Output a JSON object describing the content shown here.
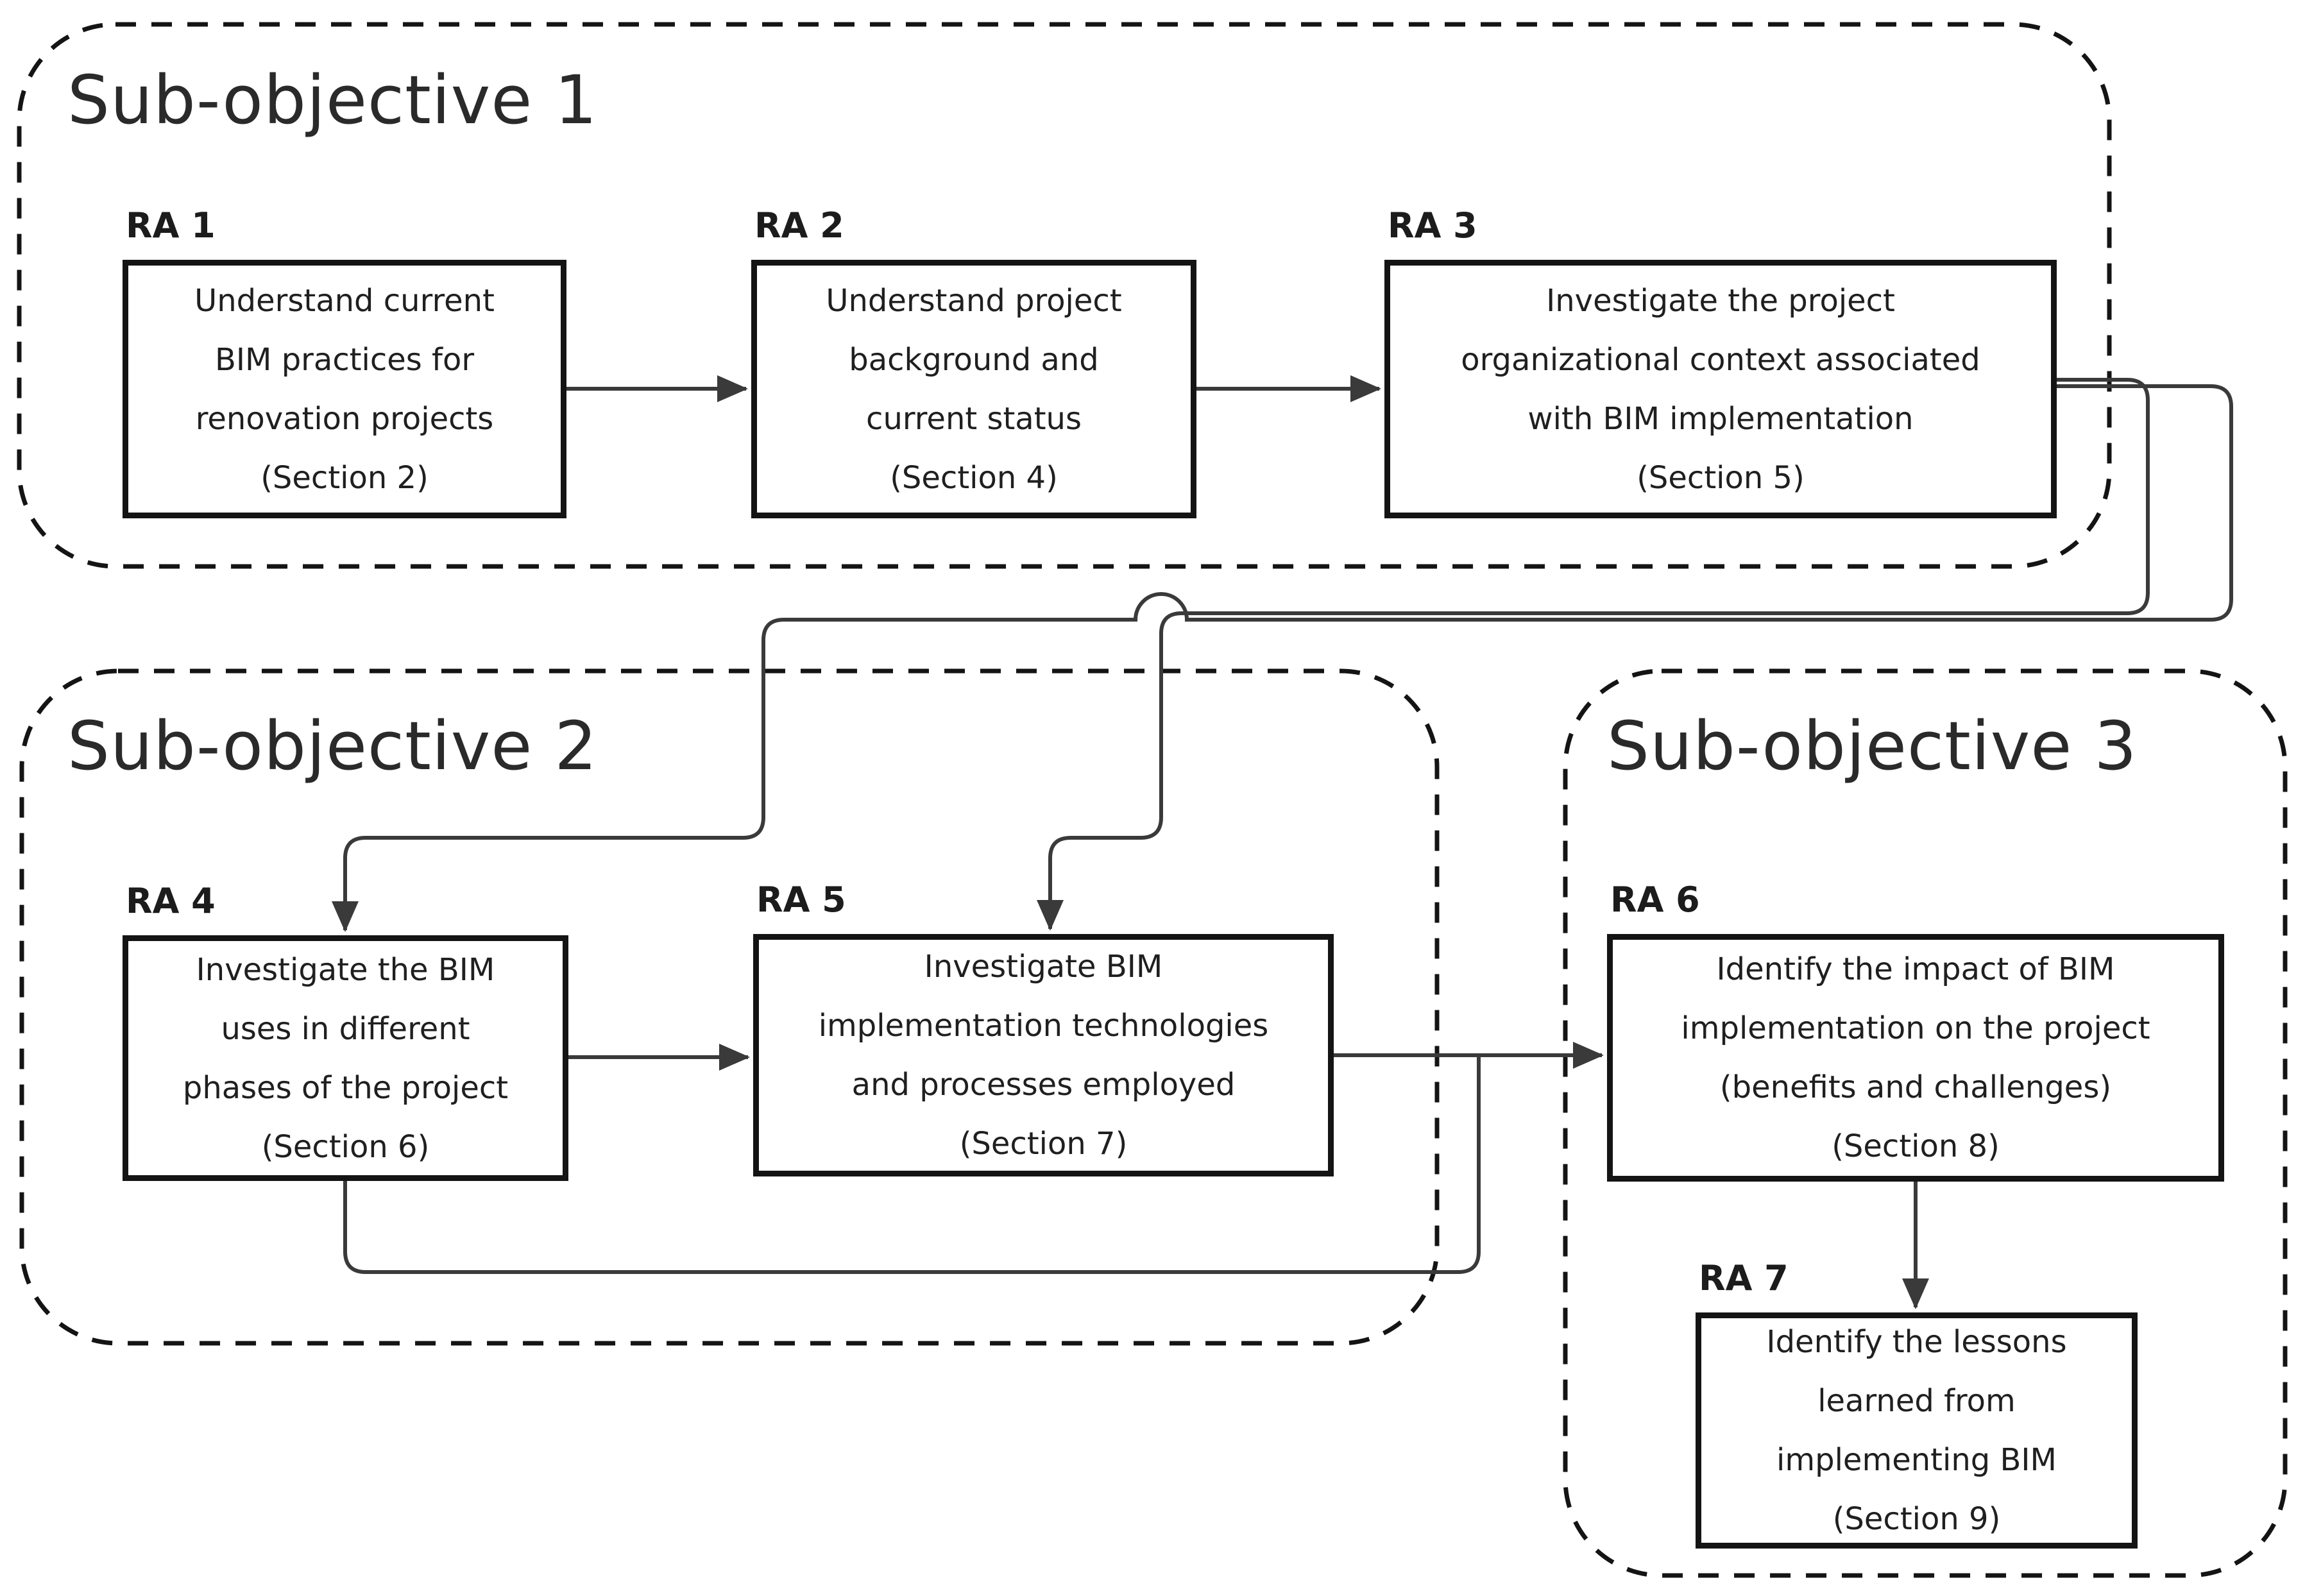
{
  "diagram": {
    "background": "#ffffff",
    "colors": {
      "box_border": "#141414",
      "dashed_container_border": "#141414",
      "connector_line": "#3a3a3a",
      "arrowhead": "#3a3a3a",
      "text": "#1f1f1f"
    },
    "sub_objectives": {
      "so1": {
        "title": "Sub-objective 1"
      },
      "so2": {
        "title": "Sub-objective 2"
      },
      "so3": {
        "title": "Sub-objective 3"
      }
    },
    "activities": {
      "ra1": {
        "label": "RA 1",
        "text": "Understand current\nBIM practices for\nrenovation projects\n(Section 2)"
      },
      "ra2": {
        "label": "RA 2",
        "text": "Understand project\nbackground and\ncurrent status\n(Section 4)"
      },
      "ra3": {
        "label": "RA 3",
        "text": "Investigate the project\norganizational context associated\nwith BIM implementation\n(Section 5)"
      },
      "ra4": {
        "label": "RA 4",
        "text": "Investigate the BIM\nuses in different\nphases of the project\n(Section 6)"
      },
      "ra5": {
        "label": "RA 5",
        "text": "Investigate BIM\nimplementation technologies\nand processes employed\n(Section 7)"
      },
      "ra6": {
        "label": "RA 6",
        "text": "Identify the impact of BIM\nimplementation on the project\n(benefits and challenges)\n(Section 8)"
      },
      "ra7": {
        "label": "RA 7",
        "text": "Identify the lessons\nlearned from\nimplementing BIM\n(Section 9)"
      }
    },
    "flows": [
      "RA1 -> RA2",
      "RA2 -> RA3",
      "RA3 -> RA4",
      "RA3 -> RA5",
      "RA4 -> RA5",
      "RA4 -> RA6",
      "RA5 -> RA6",
      "RA6 -> RA7"
    ]
  }
}
